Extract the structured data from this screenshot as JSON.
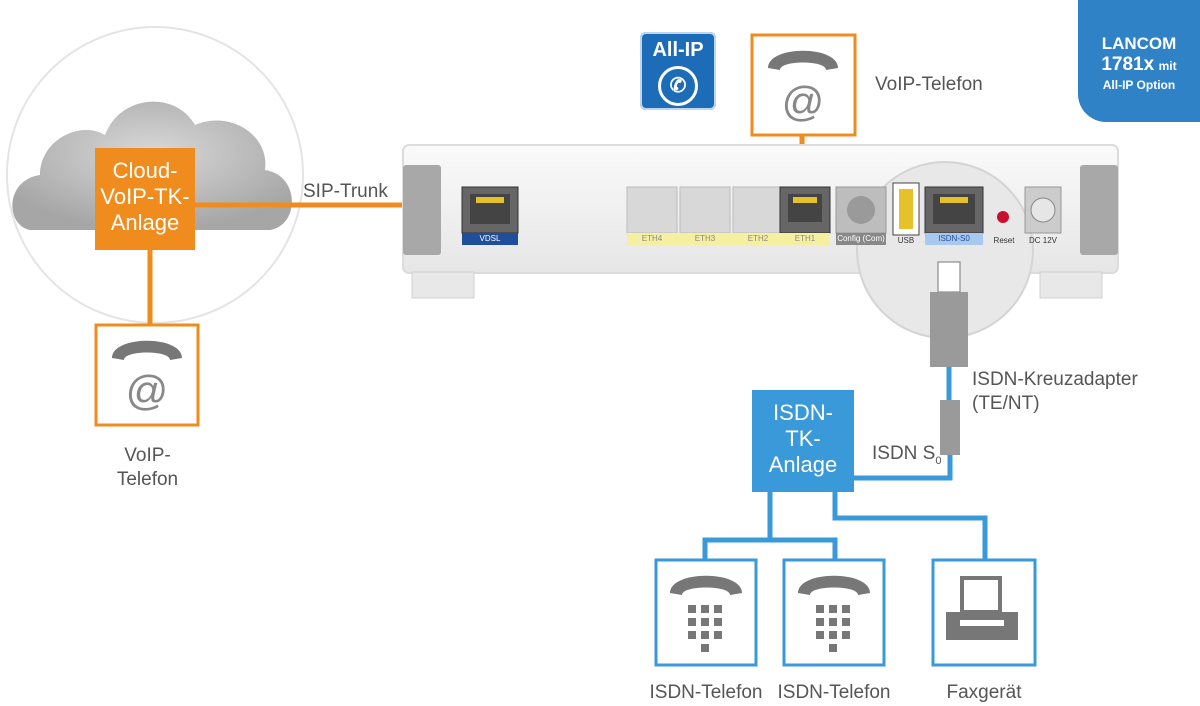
{
  "cloud_pbx": {
    "label_lines": [
      "Cloud-",
      "VoIP-TK-",
      "Anlage"
    ]
  },
  "voip_phone_left": {
    "label_lines": [
      "VoIP-",
      "Telefon"
    ]
  },
  "voip_phone_top": {
    "label": "VoIP-Telefon"
  },
  "sip_trunk": {
    "label": "SIP-Trunk"
  },
  "allip_logo": {
    "text": "All-IP"
  },
  "badge": {
    "line1": "LANCOM",
    "line2": "1781x",
    "line2_suffix": "mit",
    "line3": "All-IP Option",
    "color": "#2f82c6"
  },
  "router": {
    "ports": {
      "vdsl": "VDSL",
      "eth4": "ETH4",
      "eth3": "ETH3",
      "eth2": "ETH2",
      "eth1": "ETH1",
      "config": "Config (Com)",
      "usb": "USB",
      "isdn": "ISDN-S0",
      "reset": "Reset",
      "dc": "DC 12V"
    }
  },
  "adapter": {
    "label_line1": "ISDN-Kreuzadapter",
    "label_line2": "(TE/NT)"
  },
  "isdn_s0": {
    "label": "ISDN S",
    "subscript": "0"
  },
  "isdn_pbx": {
    "label_lines": [
      "ISDN-",
      "TK-",
      "Anlage"
    ]
  },
  "devices": [
    {
      "label": "ISDN-Telefon",
      "icon": "desk-phone-icon"
    },
    {
      "label": "ISDN-Telefon",
      "icon": "desk-phone-icon"
    },
    {
      "label": "Faxgerät",
      "icon": "fax-icon"
    }
  ],
  "colors": {
    "orange": "#f08c1e",
    "blue": "#3a99d8",
    "gray": "#8a8a8a"
  }
}
